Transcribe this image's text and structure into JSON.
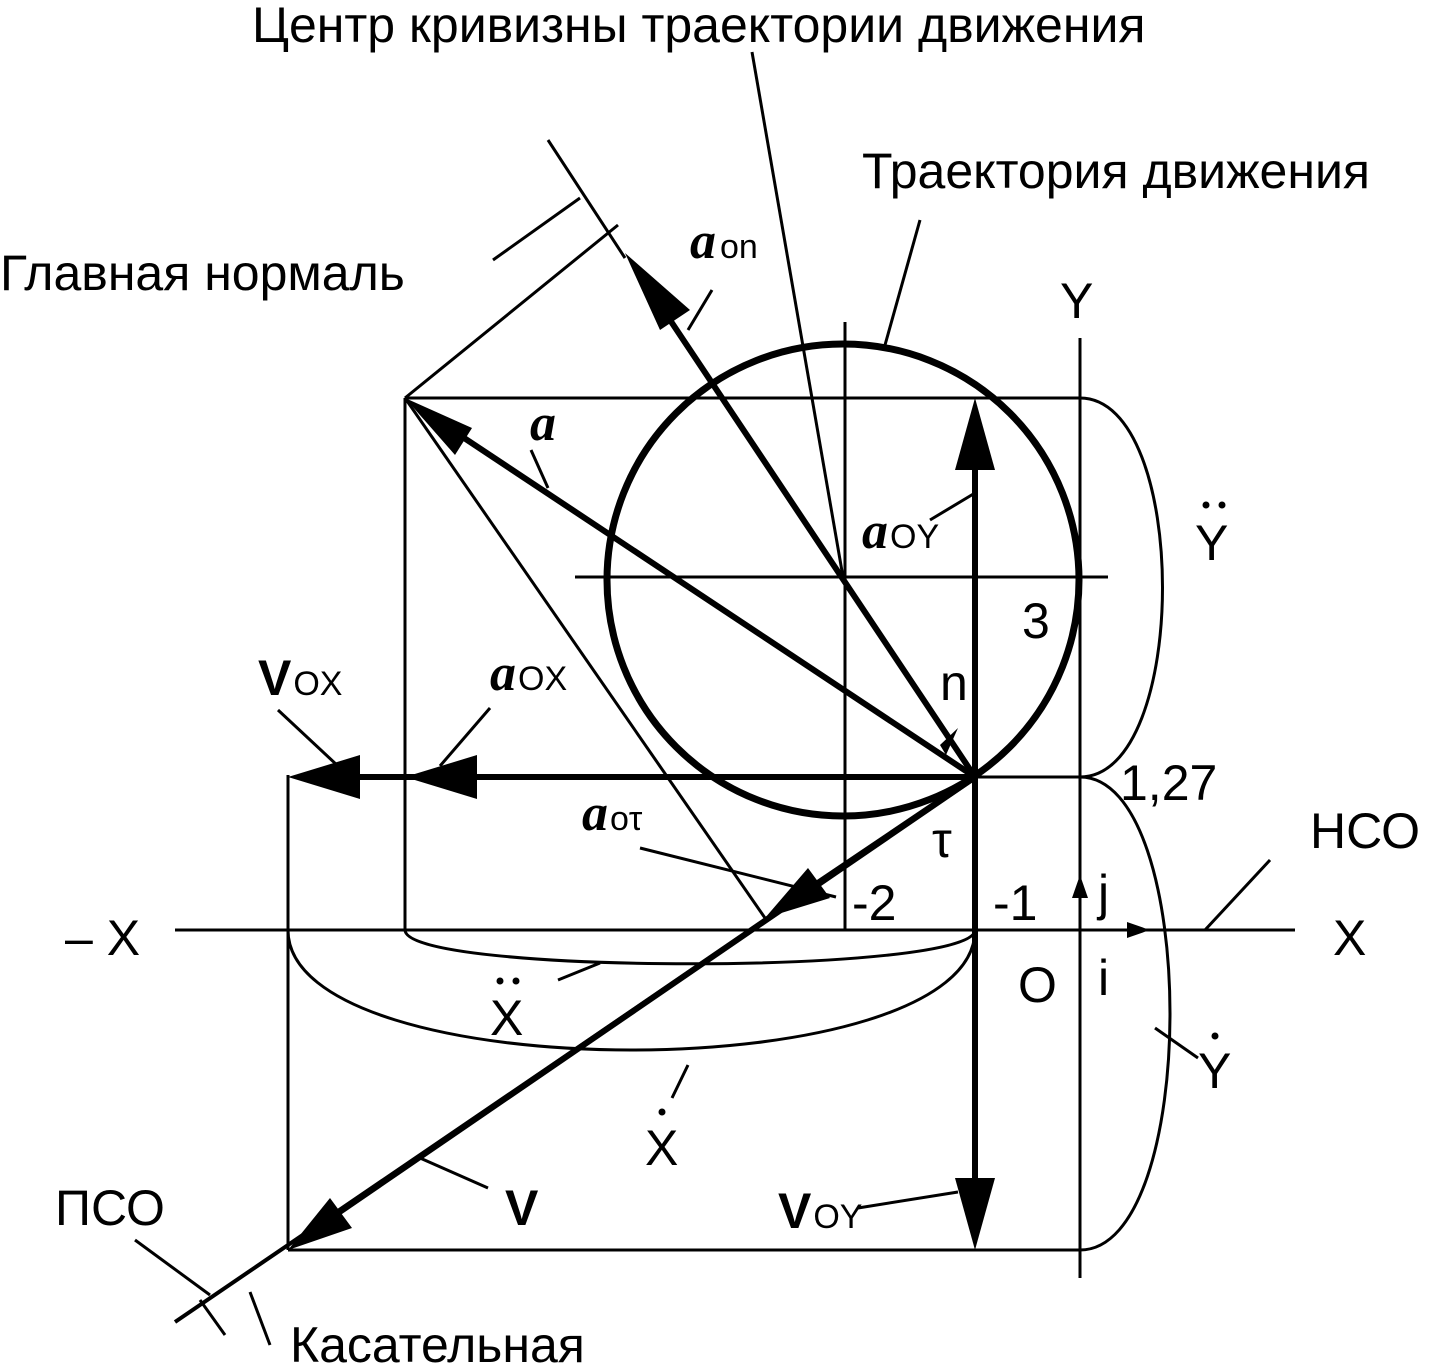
{
  "labels": {
    "curvature_center": "Центр кривизны траектории движения",
    "trajectory": "Траектория движения",
    "main_normal": "Главная нормаль",
    "tangent": "Касательная",
    "pso": "ПСО",
    "nso": "НСО",
    "axis_y": "Y",
    "axis_x": "X",
    "axis_minus_x": "– X",
    "origin": "O",
    "unit_i": "i",
    "unit_j": "j",
    "normal_n": "n",
    "tangent_tau": "τ",
    "y_ddot": "Y",
    "y_dot": "Y",
    "x_ddot": "X",
    "x_dot": "X",
    "val_3": "3",
    "val_127": "1,27",
    "val_m2": "-2",
    "val_m1": "-1"
  },
  "vectors": {
    "a": "a",
    "a_on_main": "a",
    "a_on_sub": "on",
    "a_oy_main": "a",
    "a_oy_sub": "OY",
    "a_ox_main": "a",
    "a_ox_sub": "OX",
    "a_ot_main": "a",
    "a_ot_sub": "oτ",
    "v": "V",
    "v_ox_main": "V",
    "v_ox_sub": "OX",
    "v_oy_main": "V",
    "v_oy_sub": "OY"
  }
}
